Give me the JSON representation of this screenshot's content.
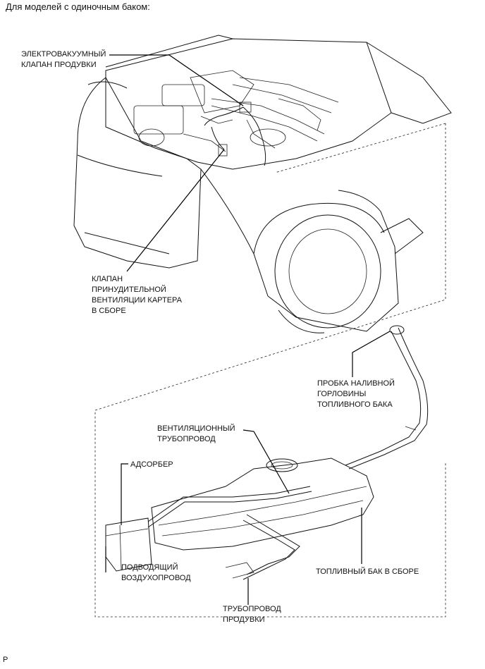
{
  "header": {
    "title": "Для моделей с одиночным баком:"
  },
  "labels": {
    "solenoid": "ЭЛЕКТРОВАКУУМНЫЙ\nКЛАПАН ПРОДУВКИ",
    "pcv": "КЛАПАН\nПРИНУДИТЕЛЬНОЙ\nВЕНТИЛЯЦИИ КАРТЕРА\nВ СБОРЕ",
    "filler_cap": "ПРОБКА НАЛИВНОЙ\nГОРЛОВИНЫ\nТОПЛИВНОГО БАКА",
    "vent_pipe": "ВЕНТИЛЯЦИОННЫЙ\nТРУБОПРОВОД",
    "canister": "АДСОРБЕР",
    "air_inlet": "ПОДВОДЯЩИЙ\nВОЗДУХОПРОВОД",
    "fuel_tank": "ТОПЛИВНЫЙ БАК В СБОРЕ",
    "purge_line": "ТРУБОПРОВОД\nПРОДУВКИ"
  },
  "footer": {
    "code": "P"
  }
}
